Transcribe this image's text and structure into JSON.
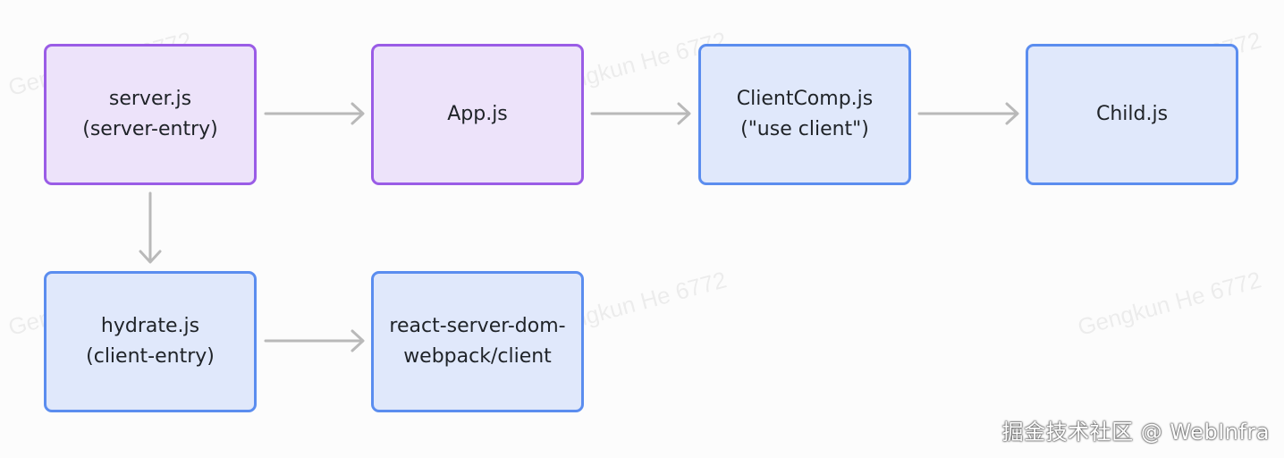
{
  "watermark": {
    "text": "Gengkun He 6772"
  },
  "nodes": {
    "server": {
      "line1": "server.js",
      "line2": "(server-entry)",
      "color": "#9a5ce6"
    },
    "app": {
      "line1": "App.js",
      "color": "#9a5ce6"
    },
    "client_comp": {
      "line1": "ClientComp.js",
      "line2": "(\"use client\")",
      "color": "#5b8def"
    },
    "child": {
      "line1": "Child.js",
      "color": "#5b8def"
    },
    "hydrate": {
      "line1": "hydrate.js",
      "line2": "(client-entry)",
      "color": "#5b8def"
    },
    "rsd_client": {
      "line1": "react-server-dom-",
      "line2": "webpack/client",
      "color": "#5b8def"
    }
  },
  "edges": [
    {
      "from": "server.js",
      "to": "App.js"
    },
    {
      "from": "App.js",
      "to": "ClientComp.js"
    },
    {
      "from": "ClientComp.js",
      "to": "Child.js"
    },
    {
      "from": "server.js",
      "to": "hydrate.js"
    },
    {
      "from": "hydrate.js",
      "to": "react-server-dom-webpack/client"
    }
  ],
  "footer": {
    "text": "掘金技术社区 @ WebInfra"
  }
}
